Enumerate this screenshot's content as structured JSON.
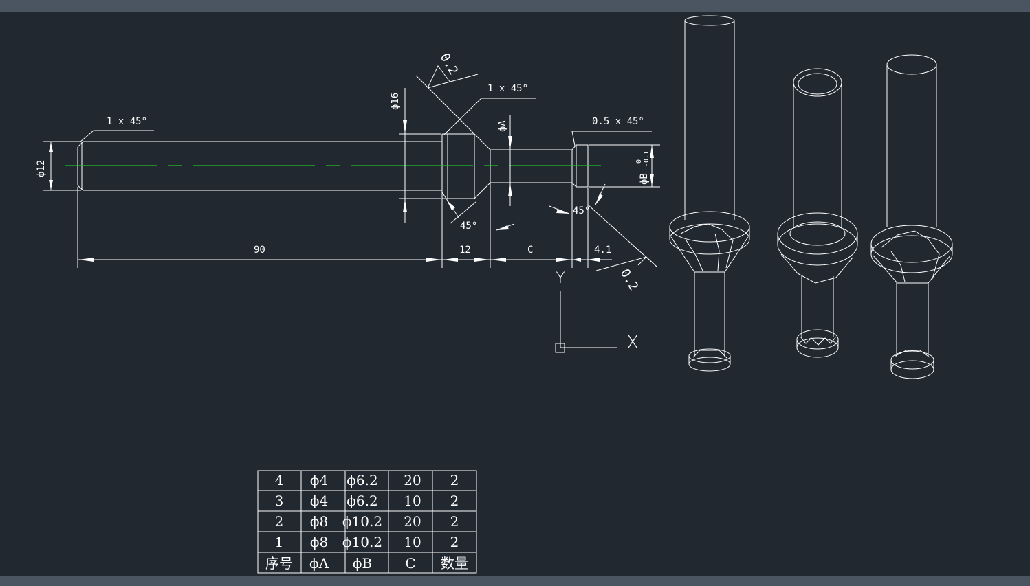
{
  "app": {
    "background": "#212830",
    "line_color": "#ffffff",
    "centerline_color": "#22c322"
  },
  "drawing": {
    "chamfer_left": "1 x 45°",
    "chamfer_mid": "1 x 45°",
    "chamfer_right": "0.5 x 45°",
    "dia_12": "ϕ12",
    "dia_16": "ϕ16",
    "dia_a": "ϕA",
    "dia_b": "ϕB",
    "tol_upper": "0",
    "tol_lower": "-0.1",
    "roughness_top": "0.2",
    "roughness_bottom": "0.2",
    "angle_left": "45°",
    "angle_right": "45°",
    "len_90": "90",
    "len_12": "12",
    "len_c": "C",
    "len_41": "4.1",
    "ucs_x": "X",
    "ucs_y": "Y"
  },
  "table": {
    "rows": [
      [
        "4",
        "ϕ4",
        "ϕ6.2",
        "20",
        "2"
      ],
      [
        "3",
        "ϕ4",
        "ϕ6.2",
        "10",
        "2"
      ],
      [
        "2",
        "ϕ8",
        "ϕ10.2",
        "20",
        "2"
      ],
      [
        "1",
        "ϕ8",
        "ϕ10.2",
        "10",
        "2"
      ]
    ],
    "header": [
      "序号",
      "ϕA",
      "ϕB",
      "C",
      "数量"
    ]
  }
}
